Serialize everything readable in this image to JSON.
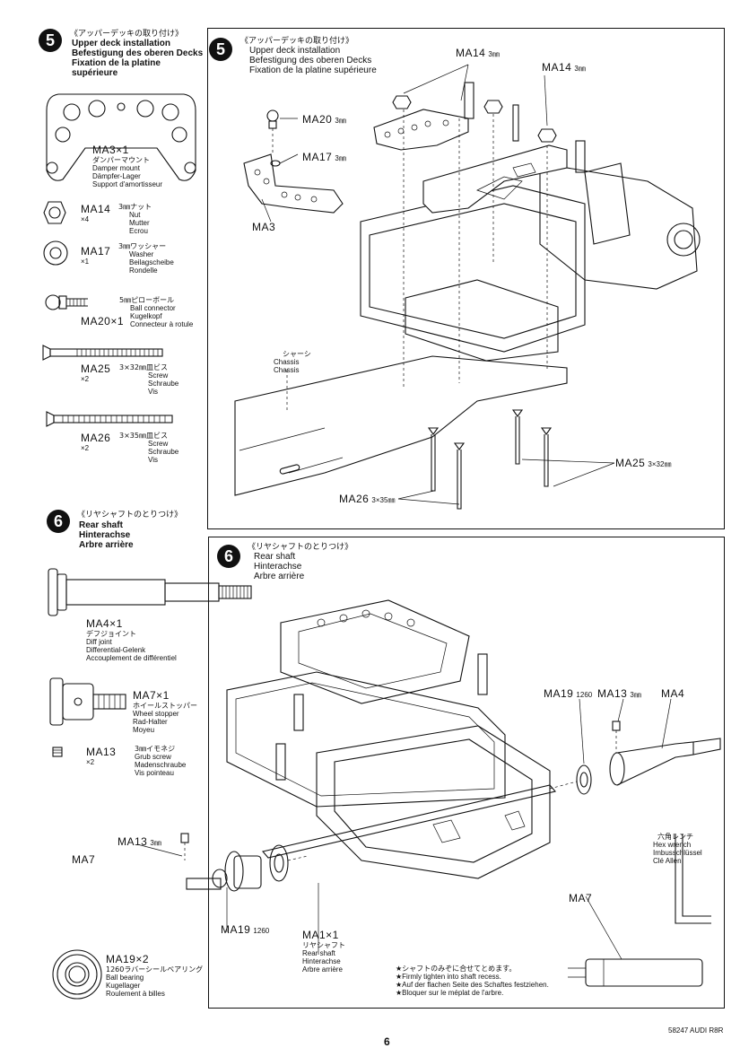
{
  "step5": {
    "number": "5",
    "title_jp": "《アッパーデッキの取り付け》",
    "title_en": "Upper deck installation",
    "title_de": "Befestigung des oberen Decks",
    "title_fr": "Fixation de la platine",
    "title_fr2": "supérieure",
    "title_fr_box": "Fixation de la platine supérieure",
    "parts": [
      {
        "code": "MA3×1",
        "jp": "ダンパーマウント",
        "en": "Damper mount",
        "de": "Dämpfer-Lager",
        "fr": "Support d'amortisseur"
      },
      {
        "code": "MA14",
        "qty": "×4",
        "jp": "3㎜ナット",
        "en": "Nut",
        "de": "Mutter",
        "fr": "Ecrou"
      },
      {
        "code": "MA17",
        "qty": "×1",
        "jp": "3㎜ワッシャー",
        "en": "Washer",
        "de": "Beilagscheibe",
        "fr": "Rondelle"
      },
      {
        "code": "MA20×1",
        "jp": "5㎜ピローボール",
        "en": "Ball connector",
        "de": "Kugelkopf",
        "fr": "Connecteur à rotule"
      },
      {
        "code": "MA25",
        "qty": "×2",
        "size": "3×32㎜皿ビス",
        "en": "Screw",
        "de": "Schraube",
        "fr": "Vis"
      },
      {
        "code": "MA26",
        "qty": "×2",
        "size": "3×35㎜皿ビス",
        "en": "Screw",
        "de": "Schraube",
        "fr": "Vis"
      }
    ],
    "callouts": {
      "ma14_a": "MA14",
      "ma14_a_size": "3㎜",
      "ma14_b": "MA14",
      "ma14_b_size": "3㎜",
      "ma20": "MA20",
      "ma20_size": "3㎜",
      "ma17": "MA17",
      "ma17_size": "3㎜",
      "ma3": "MA3",
      "chassis_jp": "シャーシ",
      "chassis_en": "Chassis",
      "chassis_de": "Chassis",
      "ma25": "MA25",
      "ma25_size": "3×32㎜",
      "ma26": "MA26",
      "ma26_size": "3×35㎜"
    }
  },
  "step6": {
    "number": "6",
    "title_jp": "《リヤシャフトのとりつけ》",
    "title_en": "Rear shaft",
    "title_de": "Hinterachse",
    "title_fr": "Arbre arrière",
    "parts": [
      {
        "code": "MA4×1",
        "jp": "デフジョイント",
        "en": "Diff joint",
        "de": "Differential-Gelenk",
        "fr": "Accouplement de différentiel"
      },
      {
        "code": "MA7×1",
        "jp": "ホイールストッパー",
        "en": "Wheel stopper",
        "de": "Rad-Halter",
        "fr": "Moyeu"
      },
      {
        "code": "MA13",
        "qty": "×2",
        "jp": "3㎜イモネジ",
        "en": "Grub screw",
        "de": "Madenschraube",
        "fr": "Vis pointeau"
      },
      {
        "code": "MA19×2",
        "jp": "1260ラバーシールベアリング",
        "en": "Ball bearing",
        "de": "Kugellager",
        "fr": "Roulement à billes"
      }
    ],
    "callouts": {
      "ma19_top": "MA19",
      "ma19_top_size": "1260",
      "ma13_top": "MA13",
      "ma13_top_size": "3㎜",
      "ma4": "MA4",
      "ma13_left": "MA13",
      "ma13_left_size": "3㎜",
      "ma7_left": "MA7",
      "ma19_bottom": "MA19",
      "ma19_bottom_size": "1260",
      "ma1": "MA1×1",
      "ma1_jp": "リヤシャフト",
      "ma1_en": "Rear shaft",
      "ma1_de": "Hinterachse",
      "ma1_fr": "Arbre arrière",
      "hex_jp": "六角レンチ",
      "hex_en": "Hex wrench",
      "hex_de": "Imbusschlüssel",
      "hex_fr": "Clé Allen",
      "ma7_right": "MA7"
    },
    "notes": [
      "★シャフトのみぞに合せてとめます。",
      "★Firmly tighten into shaft recess.",
      "★Auf der flachen Seite des Schaftes festziehen.",
      "★Bloquer sur le méplat de l'arbre."
    ]
  },
  "footer": {
    "model": "58247 AUDI R8R",
    "page": "6"
  }
}
